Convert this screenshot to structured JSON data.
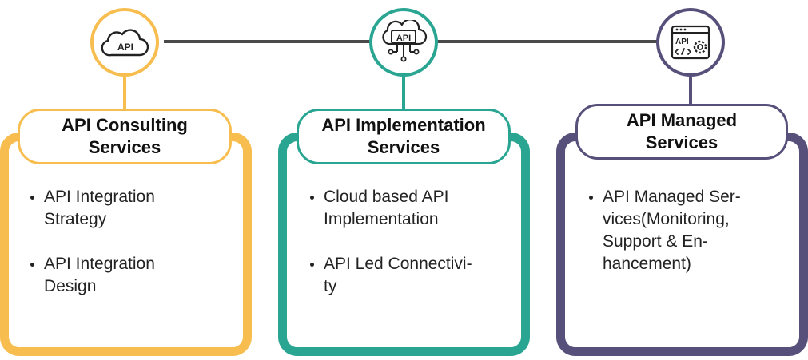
{
  "colors": {
    "consulting": "#f7bd4f",
    "implementation": "#2aa592",
    "managed": "#56507a",
    "connector": "#4a4a4a"
  },
  "columns": [
    {
      "id": "consulting",
      "icon": "cloud-api-icon",
      "icon_text": "API",
      "title_lines": [
        "API Consulting",
        "Services"
      ],
      "bullets": [
        [
          "API Integration",
          "Strategy"
        ],
        [
          "API Integration",
          "Design"
        ]
      ]
    },
    {
      "id": "implementation",
      "icon": "cloud-api-network-icon",
      "icon_text": "API",
      "title_lines": [
        "API Implementation",
        "Services"
      ],
      "bullets": [
        [
          "Cloud based API",
          "Implementation"
        ],
        [
          "API Led Connectivi-",
          "ty"
        ]
      ]
    },
    {
      "id": "managed",
      "icon": "api-browser-gear-icon",
      "icon_text": "API",
      "title_lines": [
        "API Managed",
        "Services"
      ],
      "bullets": [
        [
          "API Managed Ser-",
          "vices(Monitoring,",
          "Support & En-",
          "hancement)"
        ]
      ]
    }
  ]
}
